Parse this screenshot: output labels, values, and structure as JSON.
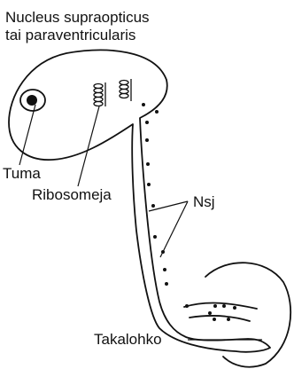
{
  "title": {
    "line1": "Nucleus supraopticus",
    "line2": "tai paraventricularis"
  },
  "labels": {
    "nucleus": "Tuma",
    "ribosomes": "Ribosomeja",
    "granules": "Nsj",
    "terminal": "Takalohko"
  },
  "colors": {
    "ink": "#111111",
    "background": "#ffffff"
  }
}
